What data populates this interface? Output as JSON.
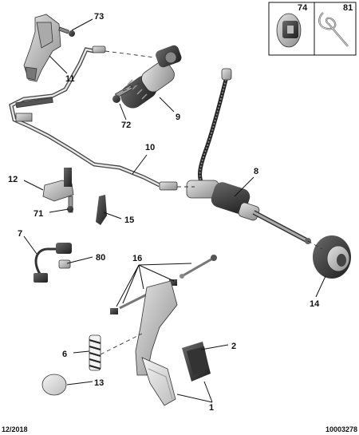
{
  "inset": {
    "items": [
      {
        "label": "74",
        "icon": "clip-icon"
      },
      {
        "label": "81",
        "icon": "cable-tie-icon"
      }
    ]
  },
  "callouts": {
    "c73": "73",
    "c11": "11",
    "c72": "72",
    "c9": "9",
    "c10": "10",
    "c8": "8",
    "c12": "12",
    "c71": "71",
    "c15": "15",
    "c7": "7",
    "c80": "80",
    "c16": "16",
    "c14": "14",
    "c6": "6",
    "c2": "2",
    "c13": "13",
    "c1": "1"
  },
  "footer": {
    "date": "12/2018",
    "reference": "10003278"
  }
}
